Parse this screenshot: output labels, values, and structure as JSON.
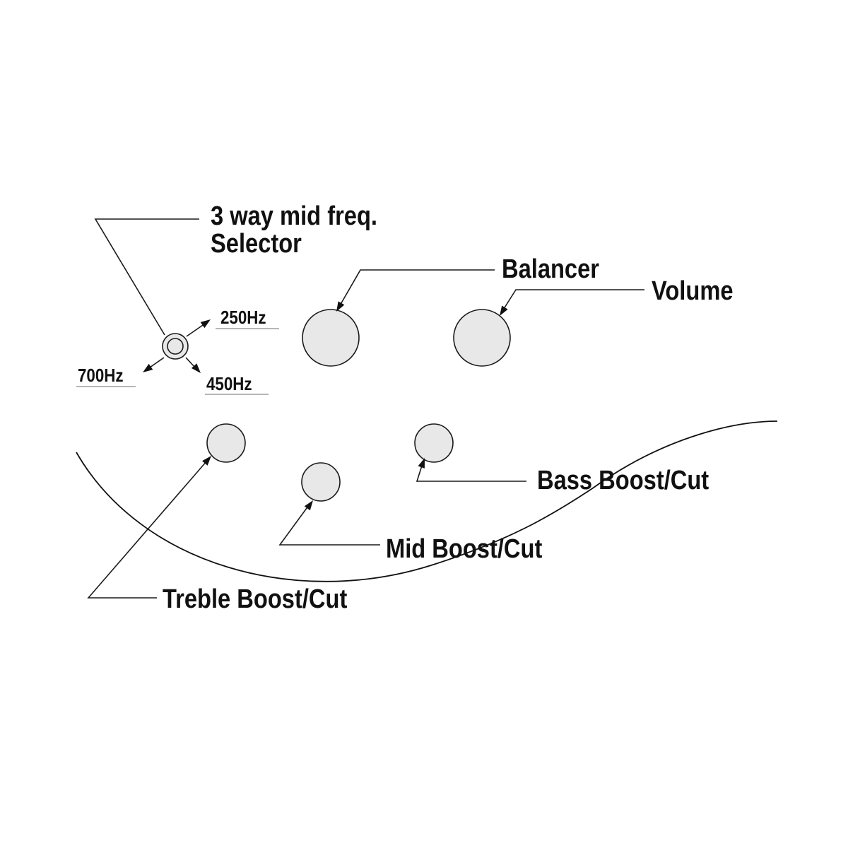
{
  "labels": {
    "selector_line1": "3 way mid freq.",
    "selector_line2": "Selector",
    "balancer": "Balancer",
    "volume": "Volume",
    "bass": "Bass Boost/Cut",
    "mid": "Mid Boost/Cut",
    "treble": "Treble Boost/Cut",
    "freq_250": "250Hz",
    "freq_450": "450Hz",
    "freq_700": "700Hz"
  },
  "colors": {
    "knob_fill": "#e8e8e8",
    "line": "#1a1a1a",
    "text": "#111111",
    "background": "#ffffff"
  }
}
